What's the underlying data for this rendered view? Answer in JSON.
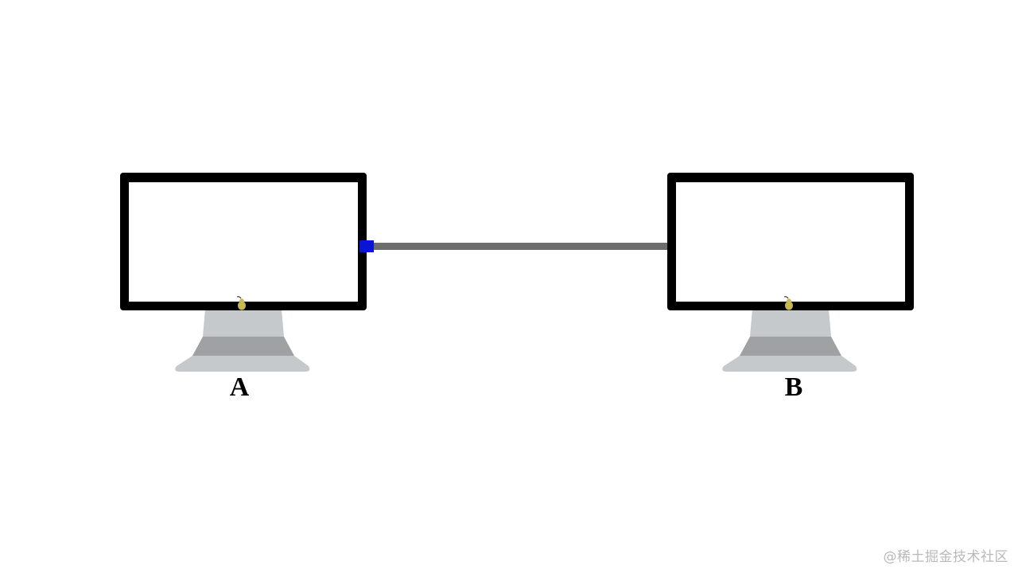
{
  "diagram": {
    "nodes": [
      {
        "id": "A",
        "label": "A",
        "icon": "monitor-icon"
      },
      {
        "id": "B",
        "label": "B",
        "icon": "monitor-icon"
      }
    ],
    "edges": [
      {
        "from": "A",
        "to": "B",
        "style": "cable"
      }
    ]
  },
  "colors": {
    "frame": "#000000",
    "screen": "#ffffff",
    "stand_light": "#c6c9cb",
    "stand_dark": "#9fa1a3",
    "cable": "#6d6d6d",
    "port": "#0a14d4",
    "logo": "#c9b955"
  },
  "watermark": "@稀土掘金技术社区"
}
